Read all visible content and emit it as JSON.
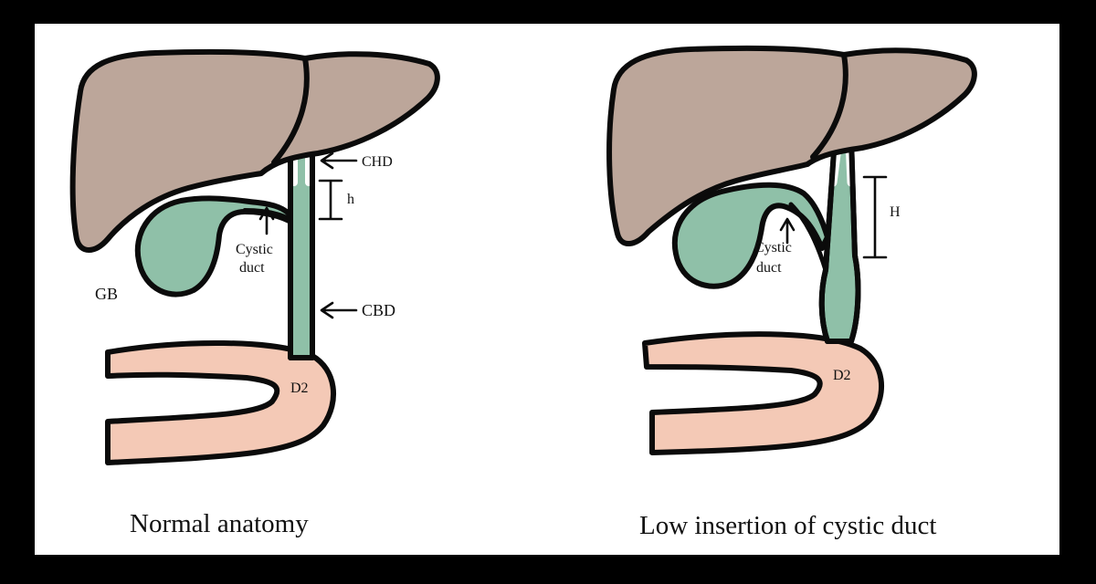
{
  "colors": {
    "liver": "#bca69a",
    "bile": "#8fc0a8",
    "duodenum": "#f4c9b6",
    "outline": "#0b0b0b",
    "frame": "#000000",
    "background": "#ffffff"
  },
  "left_panel": {
    "caption": "Normal anatomy",
    "labels": {
      "chd": "CHD",
      "h": "h",
      "cystic_line1": "Cystic",
      "cystic_line2": "duct",
      "gb": "GB",
      "cbd": "CBD",
      "d2": "D2"
    }
  },
  "right_panel": {
    "caption": "Low insertion of cystic duct",
    "labels": {
      "h": "H",
      "cystic_line1": "Cystic",
      "cystic_line2": "duct",
      "d2": "D2"
    }
  }
}
